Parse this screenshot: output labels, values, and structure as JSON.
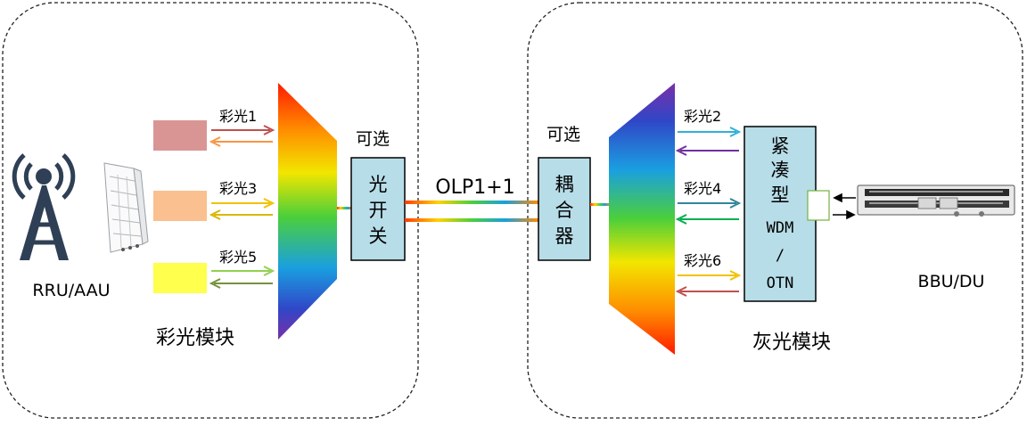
{
  "left_panel": {
    "caption": "彩光模块",
    "device_label": "RRU/AAU",
    "signals": [
      "彩光1",
      "彩光3",
      "彩光5"
    ],
    "optional_label": "可选",
    "switch_label": [
      "光",
      "开",
      "关"
    ]
  },
  "link": {
    "label": "OLP1+1"
  },
  "right_panel": {
    "caption": "灰光模块",
    "device_label": "BBU/DU",
    "signals": [
      "彩光2",
      "彩光4",
      "彩光6"
    ],
    "optional_label": "可选",
    "coupler_label": [
      "耦",
      "合",
      "器"
    ],
    "compact_label": [
      "紧",
      "凑",
      "型",
      "WDM",
      "/",
      "OTN"
    ]
  },
  "colors": {
    "color_block_1": "#d99594",
    "color_block_3": "#fac08f",
    "color_block_5": "#ffff4d",
    "component_fill": "#b7dde8",
    "antenna": "#2f3f55"
  }
}
